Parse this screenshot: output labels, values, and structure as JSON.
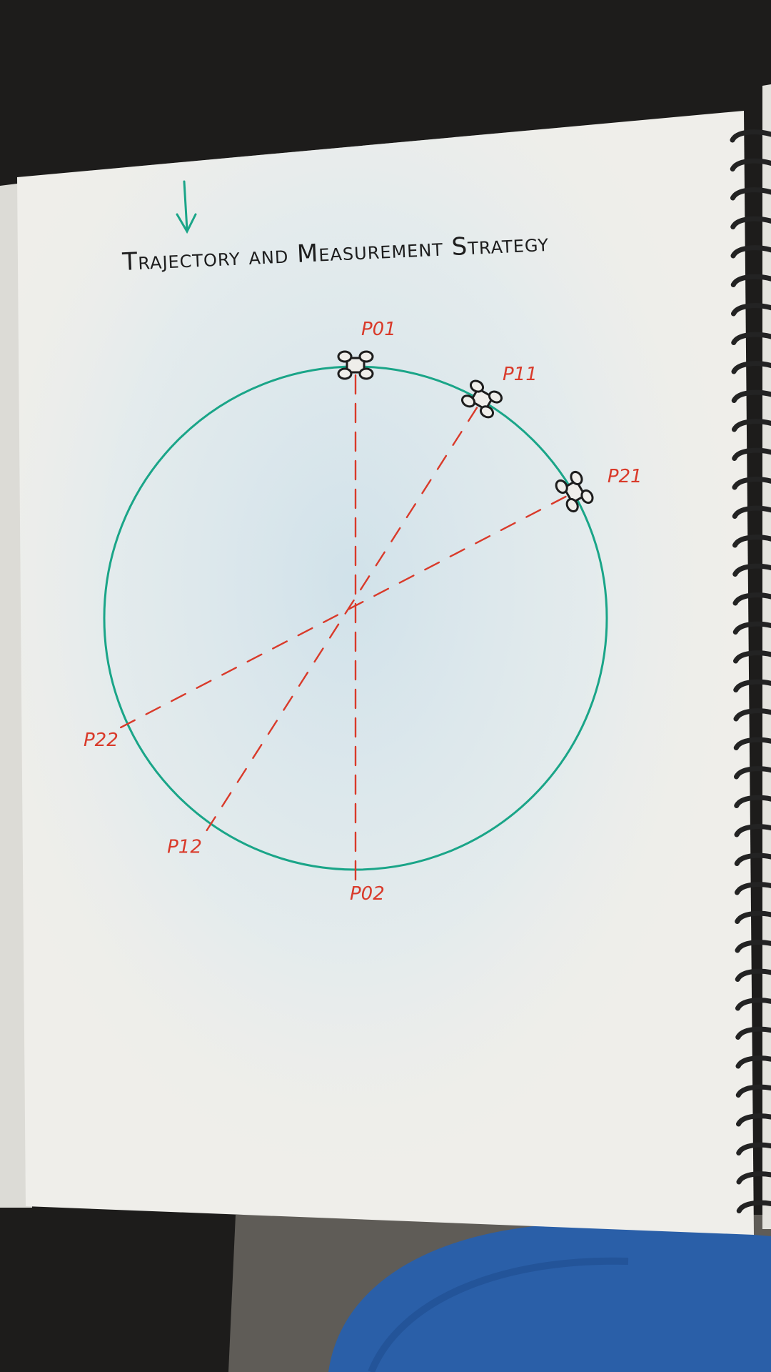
{
  "title": "Trajectory and Measurement Strategy",
  "colors": {
    "background": "#1d1c1b",
    "paper": "#efeeea",
    "paper_tint": "#d7e6ee",
    "circle": "#1aa588",
    "dashed_lines": "#d93a2a",
    "labels": "#d93a2a",
    "ink": "#1d1d1d",
    "arrow": "#1aa588",
    "spiral": "#232323",
    "jeans": "#2a5fa8",
    "fabric": "#5f5c57"
  },
  "points": [
    {
      "id": "P01",
      "text": "P01",
      "angle_deg": 90,
      "has_drone": true
    },
    {
      "id": "P11",
      "text": "P11",
      "angle_deg": 60,
      "has_drone": true
    },
    {
      "id": "P21",
      "text": "P21",
      "angle_deg": 30,
      "has_drone": true
    },
    {
      "id": "P02",
      "text": "P02",
      "angle_deg": 270,
      "has_drone": false
    },
    {
      "id": "P12",
      "text": "P12",
      "angle_deg": 235,
      "has_drone": false
    },
    {
      "id": "P22",
      "text": "P22",
      "angle_deg": 205,
      "has_drone": false
    }
  ],
  "measurement_lines": [
    {
      "from": "P01",
      "to": "P02"
    },
    {
      "from": "P11",
      "to": "P12"
    },
    {
      "from": "P21",
      "to": "P22"
    }
  ],
  "icons": {
    "arrow": "down-arrow-icon",
    "drone": "quadcopter-drone-icon"
  }
}
